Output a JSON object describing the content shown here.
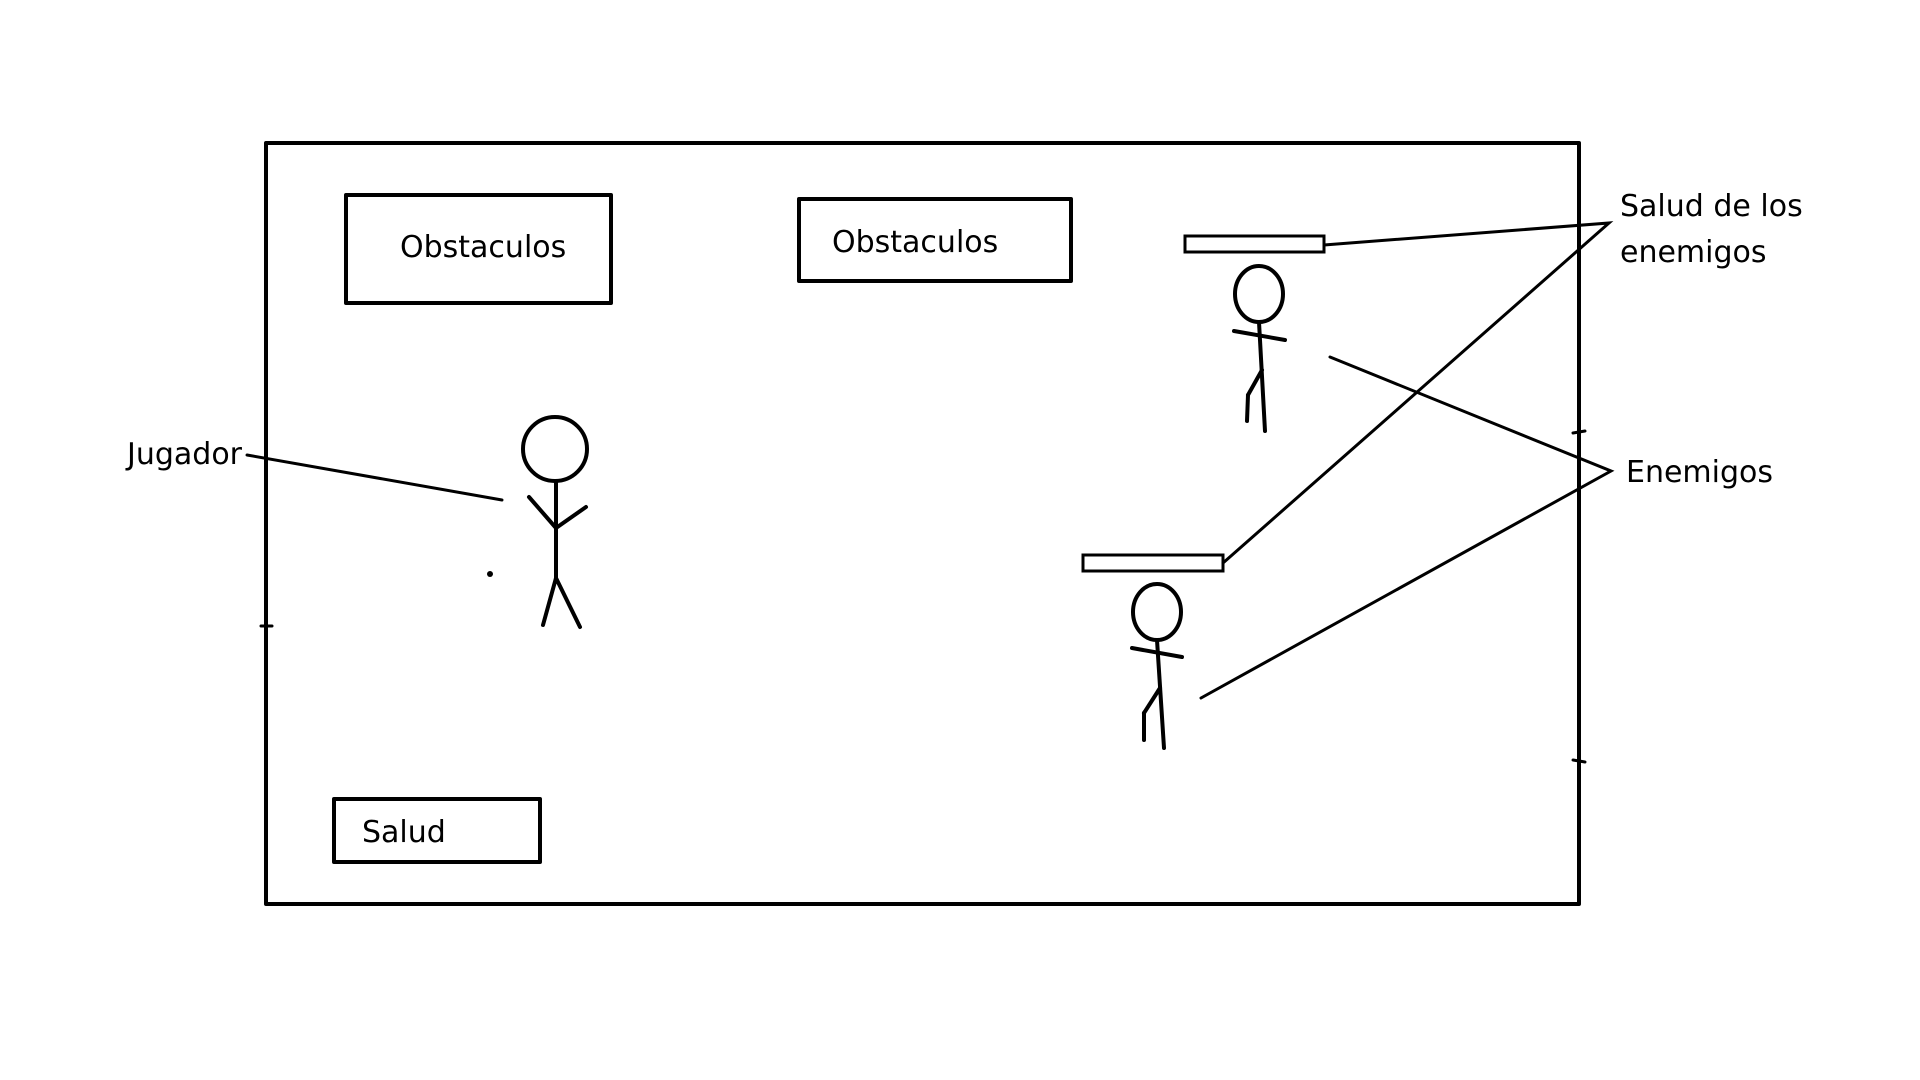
{
  "labels": {
    "obstacle_left": "Obstaculos",
    "obstacle_center": "Obstaculos",
    "player_health": "Salud",
    "player": "Jugador",
    "enemy_health_line1": "Salud de los",
    "enemy_health_line2": "enemigos",
    "enemies": "Enemigos"
  },
  "colors": {
    "background": "#ffffff",
    "ink": "#000000"
  }
}
